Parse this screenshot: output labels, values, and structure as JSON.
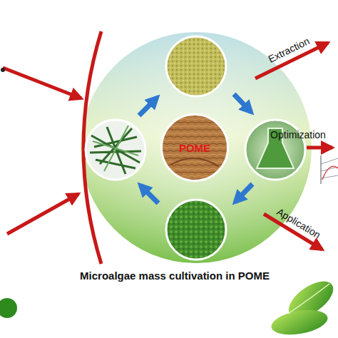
{
  "diagram": {
    "caption": "Microalgae mass cultivation in POME",
    "nodes": [
      {
        "text": [
          "POME"
        ]
      }
    ],
    "labels": [
      "Extraction",
      "Optimization",
      "Application"
    ]
  }
}
